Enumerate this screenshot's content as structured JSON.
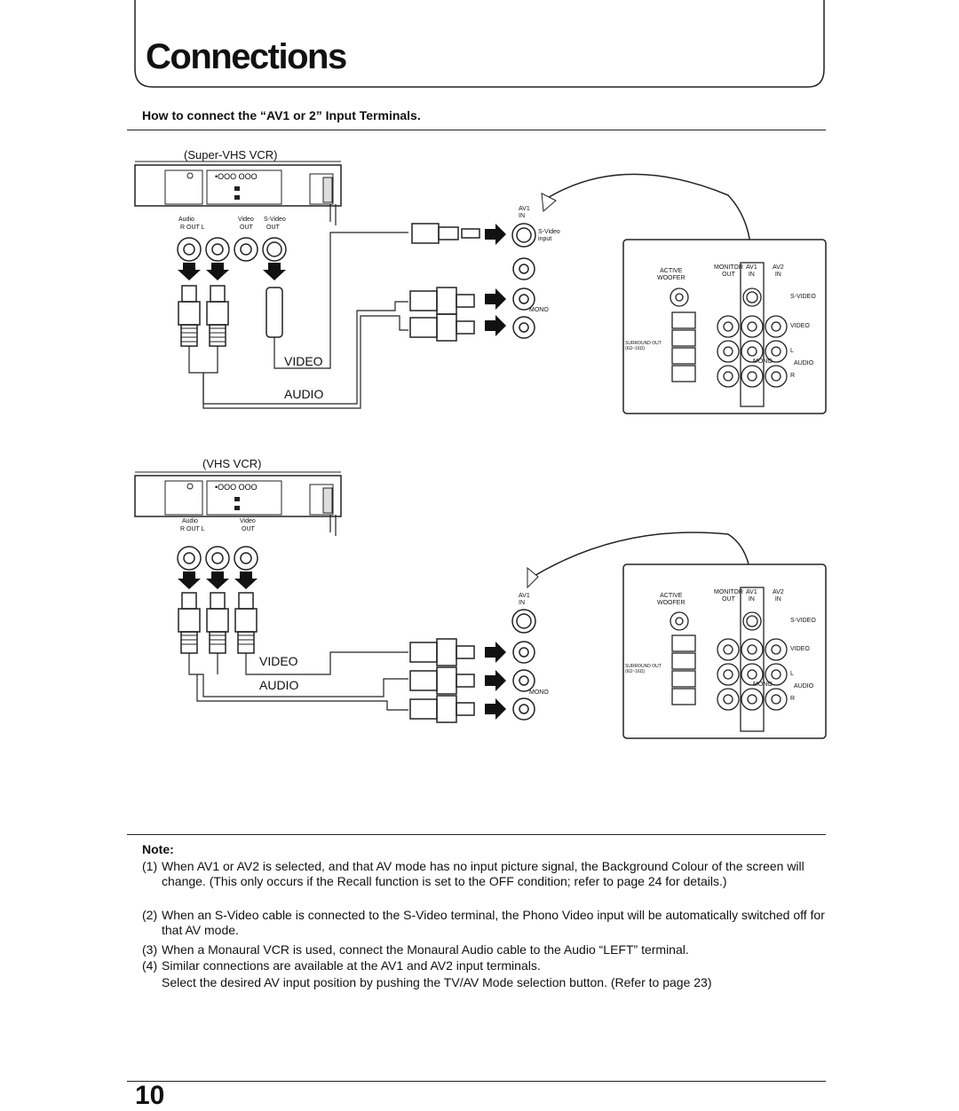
{
  "page": {
    "title": "Connections",
    "section_heading": "How to connect the “AV1 or 2” Input Terminals.",
    "page_number": "10"
  },
  "diagram_top": {
    "vcr_label": "(Super-VHS VCR)",
    "vcr_audio": "Audio",
    "vcr_rl": "R   OUT   L",
    "vcr_video": "Video",
    "vcr_video_out": "OUT",
    "vcr_svideo": "S-Video",
    "vcr_svideo_out": "OUT",
    "cable_video": "VIDEO",
    "cable_audio": "AUDIO",
    "av1_in": "AV1\nIN",
    "svideo_input": "S-Video\ninput",
    "mono": "MONO"
  },
  "diagram_bottom": {
    "vcr_label": "(VHS VCR)",
    "vcr_audio": "Audio",
    "vcr_rl": "R   OUT   L",
    "vcr_video": "Video",
    "vcr_video_out": "OUT",
    "cable_video": "VIDEO",
    "cable_audio": "AUDIO",
    "av1_in": "AV1\nIN",
    "mono": "MONO"
  },
  "tv_panel": {
    "active_woofer": "ACTIVE\nWOOFER",
    "monitor_out": "MONITOR\nOUT",
    "av1_in": "AV1\nIN",
    "av2_in": "AV2\nIN",
    "svideo": "S-VIDEO",
    "video": "VIDEO",
    "l": "L",
    "r": "R",
    "audio": "AUDIO",
    "mono": "MONO",
    "surround_out": "SURROUND OUT\n(6Ω~16Ω)"
  },
  "notes": {
    "heading": "Note:",
    "items": [
      {
        "num": "(1)",
        "text": "When AV1 or AV2 is selected, and that AV mode has no input picture signal, the Background Colour of the screen will change. (This only occurs if the Recall function is set to the OFF condition; refer to page 24 for details.)"
      },
      {
        "num": "(2)",
        "text": "When an S-Video cable is connected to the S-Video terminal, the Phono Video input will be automatically switched off for that AV mode."
      },
      {
        "num": "(3)",
        "text": "When a Monaural VCR is used, connect the Monaural Audio cable to the Audio “LEFT” terminal."
      },
      {
        "num": "(4)",
        "text": "Similar connections are available at the AV1 and AV2 input terminals."
      },
      {
        "num": "",
        "text": "Select the desired AV input position by pushing the TV/AV Mode selection button. (Refer to page 23)"
      }
    ]
  }
}
